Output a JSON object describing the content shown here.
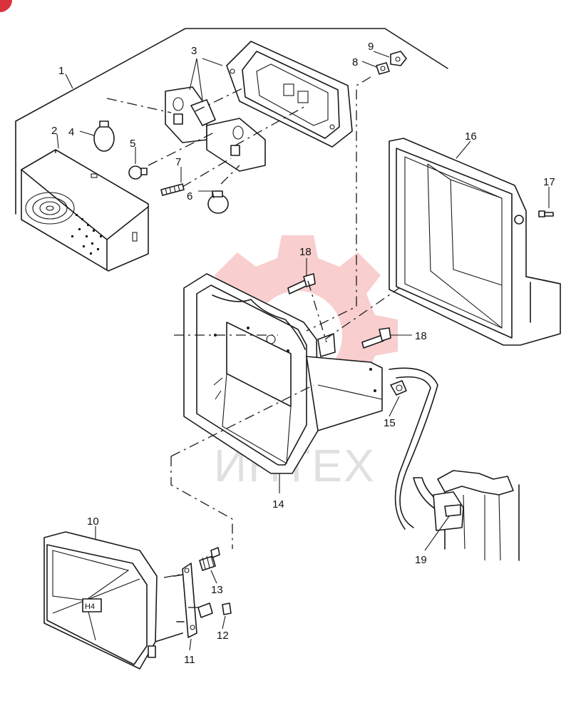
{
  "corner_badge": {
    "color": "#d9323c"
  },
  "watermark": {
    "text": "ИНТЕХ",
    "gear_color": "#f3a6a6"
  },
  "lamp_plate_text": "H4",
  "callouts": [
    {
      "id": "c1",
      "label": "1"
    },
    {
      "id": "c2",
      "label": "2"
    },
    {
      "id": "c3",
      "label": "3"
    },
    {
      "id": "c4",
      "label": "4"
    },
    {
      "id": "c5",
      "label": "5"
    },
    {
      "id": "c6",
      "label": "6"
    },
    {
      "id": "c7",
      "label": "7"
    },
    {
      "id": "c8",
      "label": "8"
    },
    {
      "id": "c9",
      "label": "9"
    },
    {
      "id": "c10",
      "label": "10"
    },
    {
      "id": "c11",
      "label": "11"
    },
    {
      "id": "c12",
      "label": "12"
    },
    {
      "id": "c13",
      "label": "13"
    },
    {
      "id": "c14",
      "label": "14"
    },
    {
      "id": "c15",
      "label": "15"
    },
    {
      "id": "c16",
      "label": "16"
    },
    {
      "id": "c17",
      "label": "17"
    },
    {
      "id": "c18a",
      "label": "18"
    },
    {
      "id": "c18b",
      "label": "18"
    },
    {
      "id": "c19",
      "label": "19"
    }
  ]
}
